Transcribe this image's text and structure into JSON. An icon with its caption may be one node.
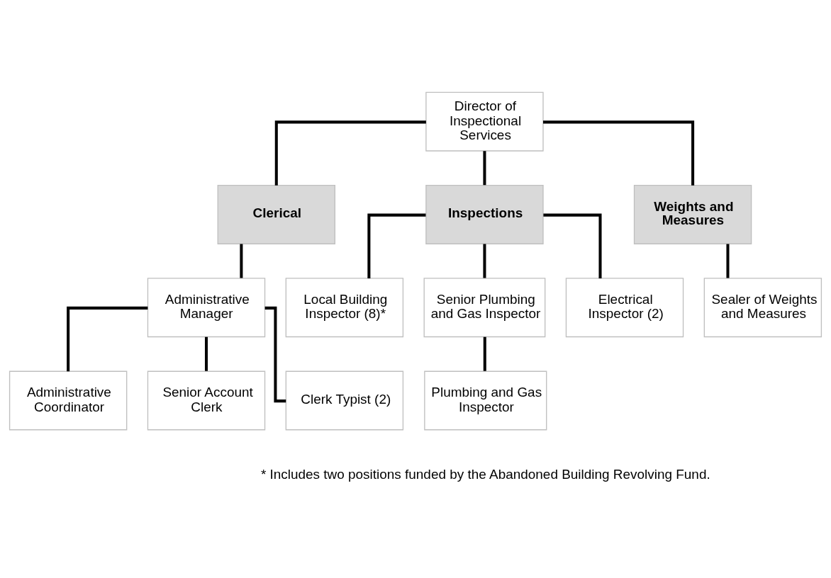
{
  "diagram": {
    "nodes": [
      {
        "text": [
          "Director of Inspectional Services"
        ]
      },
      {
        "text": [
          "Clerical"
        ]
      },
      {
        "text": [
          "Inspections"
        ]
      },
      {
        "text": [
          "Weights and Measures"
        ]
      },
      {
        "text": [
          "Administrative Manager"
        ]
      },
      {
        "text": [
          "Local Building Inspector (8)*"
        ]
      },
      {
        "text": [
          "Senior Plumbing and Gas Inspector"
        ]
      },
      {
        "text": [
          "Electrical Inspector (2)"
        ]
      },
      {
        "text": [
          "Sealer of Weights and Measures"
        ]
      },
      {
        "text": [
          "Administrative Coordinator"
        ]
      },
      {
        "text": [
          "Senior Account Clerk"
        ]
      },
      {
        "text": [
          "Clerk Typist (2)"
        ]
      },
      {
        "text": [
          "Plumbing and Gas Inspector"
        ]
      }
    ],
    "edges": [
      {
        "from": 0,
        "to": 1,
        "arrow": "none"
      },
      {
        "from": 0,
        "to": 2,
        "arrow": "none"
      },
      {
        "from": 0,
        "to": 3,
        "arrow": "none"
      },
      {
        "from": 1,
        "to": 4,
        "arrow": "none"
      },
      {
        "from": 2,
        "to": 5,
        "arrow": "none"
      },
      {
        "from": 2,
        "to": 6,
        "arrow": "none"
      },
      {
        "from": 2,
        "to": 7,
        "arrow": "none"
      },
      {
        "from": 3,
        "to": 8,
        "arrow": "none"
      },
      {
        "from": 4,
        "to": 9,
        "arrow": "none"
      },
      {
        "from": 4,
        "to": 10,
        "arrow": "none"
      },
      {
        "from": 4,
        "to": 11,
        "arrow": "none"
      },
      {
        "from": 6,
        "to": 12,
        "arrow": "none"
      }
    ],
    "labels": [
      "* Includes two positions funded by the Abandoned Building Revolving Fund."
    ]
  }
}
